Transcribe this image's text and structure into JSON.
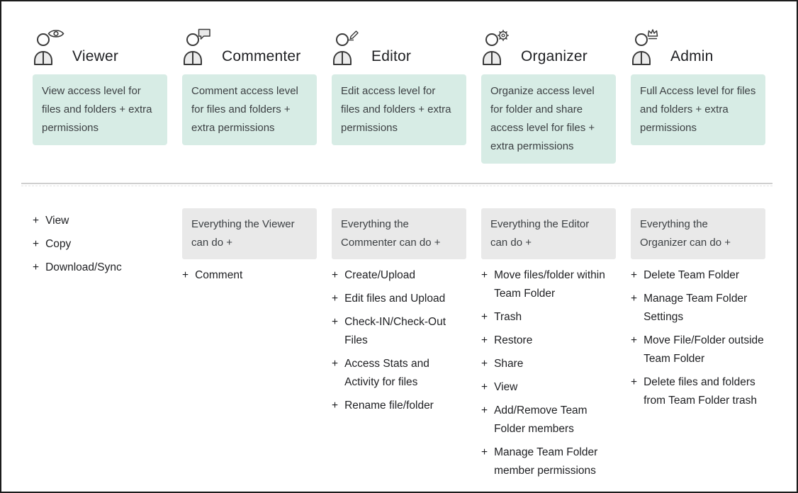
{
  "ui": {
    "plus": "+"
  },
  "colors": {
    "description_box": "#d7ece5",
    "inherit_box": "#e9e9e9",
    "title_text": "#202124",
    "body_text": "#3c4043",
    "divider": "#cfcfcf",
    "frame_border": "#1c1c1c",
    "icon_stroke": "#3a3a3a"
  },
  "roles": [
    {
      "name": "Viewer",
      "icon": "eye-icon",
      "description": "View access level for files and folders + extra permissions",
      "inherits": "",
      "permissions": [
        "View",
        "Copy",
        "Download/Sync"
      ]
    },
    {
      "name": "Commenter",
      "icon": "comment-icon",
      "description": "Comment access level for files and folders + extra permissions",
      "inherits": "Everything the Viewer can do +",
      "permissions": [
        "Comment"
      ]
    },
    {
      "name": "Editor",
      "icon": "pencil-icon",
      "description": "Edit access level for files and folders + extra permissions",
      "inherits": "Everything the Commenter can do +",
      "permissions": [
        "Create/Upload",
        "Edit files and Upload",
        "Check-IN/Check-Out Files",
        "Access Stats and Activity for files",
        "Rename file/folder"
      ]
    },
    {
      "name": "Organizer",
      "icon": "gear-icon",
      "description": "Organize access level for folder and share access level for files + extra permissions",
      "inherits": "Everything the Editor can do +",
      "permissions": [
        "Move files/folder within Team Folder",
        "Trash",
        "Restore",
        "Share",
        "View",
        "Add/Remove Team Folder members",
        "Manage Team Folder member permissions"
      ]
    },
    {
      "name": "Admin",
      "icon": "crown-icon",
      "description": "Full Access level for files and folders + extra permissions",
      "inherits": "Everything the Organizer can do +",
      "permissions": [
        "Delete Team Folder",
        "Manage Team Folder Settings",
        "Move File/Folder outside Team Folder",
        "Delete files and folders from Team Folder trash"
      ]
    }
  ]
}
